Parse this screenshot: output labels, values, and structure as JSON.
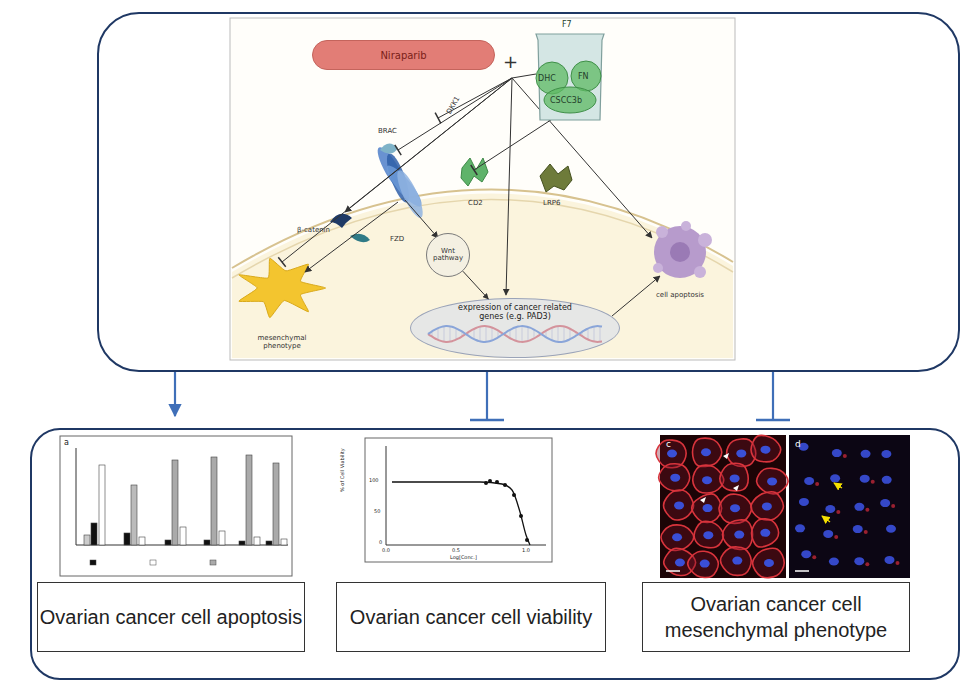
{
  "diagram": {
    "nodes": [
      {
        "text": []
      },
      {
        "text": [
          "Niraparib"
        ],
        "in": 0
      },
      {
        "text": [
          "F7",
          "DHC",
          "FN",
          "CSCC3b"
        ],
        "in": 0
      },
      {
        "text": [
          "Wnt pathway"
        ],
        "in": 0
      },
      {
        "text": [
          "expression of cancer related genes (e.g. PAD3)"
        ],
        "in": 0
      },
      {
        "text": []
      },
      {
        "text": [
          "Ovarian cancer cell apoptosis"
        ],
        "in": 5
      },
      {
        "text": [
          "Ovarian cancer cell viability"
        ],
        "in": 5
      },
      {
        "text": [
          "Ovarian cancer cell mesenchymal phenotype"
        ],
        "in": 5
      }
    ],
    "edges": [
      {
        "from": 3,
        "to": 4,
        "arrow": "to"
      },
      {
        "from": 0,
        "to": 5,
        "arrow": "to"
      },
      {
        "from": 0,
        "to": 5,
        "arrow": "none"
      },
      {
        "from": 0,
        "to": 5,
        "arrow": "none"
      }
    ],
    "labels": [
      "+",
      "BRAC",
      "DKK1",
      "FZD",
      "CD2",
      "LRP6",
      "β-catenin",
      "mesenchymal phenotype",
      "cell apoptosis",
      "a",
      "100",
      "50",
      "0",
      "0.0",
      "0.5",
      "1.0",
      "% of Cell Viability",
      "Log[Conc.]",
      "c",
      "d"
    ]
  }
}
